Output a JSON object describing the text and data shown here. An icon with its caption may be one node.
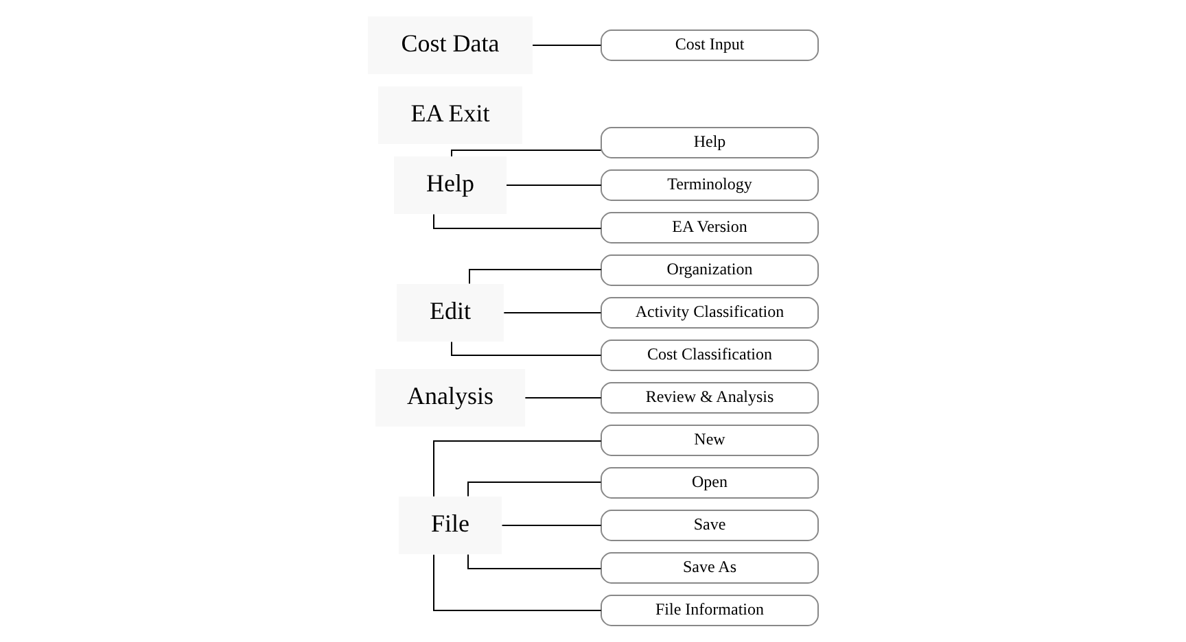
{
  "diagram": {
    "nodes": [
      {
        "text": [
          "File"
        ]
      },
      {
        "text": [
          "New"
        ]
      },
      {
        "text": [
          "Open"
        ]
      },
      {
        "text": [
          "Save"
        ]
      },
      {
        "text": [
          "Save As"
        ]
      },
      {
        "text": [
          "File Information"
        ]
      },
      {
        "text": [
          "Analysis"
        ]
      },
      {
        "text": [
          "Review & Analysis"
        ]
      },
      {
        "text": [
          "Edit"
        ]
      },
      {
        "text": [
          "Organization"
        ]
      },
      {
        "text": [
          "Activity Classification"
        ]
      },
      {
        "text": [
          "Cost Classification"
        ]
      },
      {
        "text": [
          "Help"
        ]
      },
      {
        "text": [
          "Help"
        ]
      },
      {
        "text": [
          "Terminology"
        ]
      },
      {
        "text": [
          "EA Version"
        ]
      },
      {
        "text": [
          "EA Exit"
        ]
      },
      {
        "text": [
          "Cost Data"
        ]
      },
      {
        "text": [
          "Cost Input"
        ]
      }
    ],
    "edges": [
      {
        "from": 0,
        "to": 1,
        "arrow": "none"
      },
      {
        "from": 0,
        "to": 2,
        "arrow": "none"
      },
      {
        "from": 0,
        "to": 3,
        "arrow": "none"
      },
      {
        "from": 0,
        "to": 4,
        "arrow": "none"
      },
      {
        "from": 0,
        "to": 5,
        "arrow": "none"
      },
      {
        "from": 6,
        "to": 7,
        "arrow": "none"
      },
      {
        "from": 8,
        "to": 9,
        "arrow": "none"
      },
      {
        "from": 8,
        "to": 10,
        "arrow": "none"
      },
      {
        "from": 8,
        "to": 11,
        "arrow": "none"
      },
      {
        "from": 12,
        "to": 13,
        "arrow": "none"
      },
      {
        "from": 12,
        "to": 14,
        "arrow": "none"
      },
      {
        "from": 12,
        "to": 15,
        "arrow": "none"
      },
      {
        "from": 17,
        "to": 18,
        "arrow": "none"
      }
    ]
  }
}
